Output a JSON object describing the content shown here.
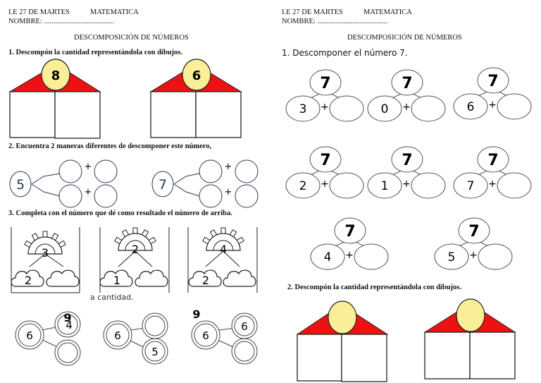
{
  "left_page": {
    "school": "I.E 27 DE MARTES",
    "subject": "MATEMATICA",
    "nombre_label": "NOMBRE: ......................................",
    "title": "DESCOMPOSICIÓN DE NÚMEROS",
    "ex1": {
      "instruction": "1.  Descompón la cantidad representándola con dibujos.",
      "houses": [
        "8",
        "6"
      ]
    },
    "ex2": {
      "instruction": "2.  Encuentra 2 maneras diferentes de descomponer este número,",
      "numbers": [
        "5",
        "7"
      ],
      "plus": "+"
    },
    "ex3": {
      "instruction": "3. Completa con el número que dé como resultado el número de arriba.",
      "suns": [
        {
          "top": "3",
          "left": "2",
          "right": ""
        },
        {
          "top": "2",
          "left": "1",
          "right": ""
        },
        {
          "top": "4",
          "left": "2",
          "right": ""
        }
      ],
      "fragment": "a cantidad."
    },
    "ex4": {
      "items": [
        {
          "label": "9",
          "a": "6",
          "b": "4",
          "c": ""
        },
        {
          "label": "",
          "a": "6",
          "b": "",
          "c": "5"
        },
        {
          "label": "9",
          "a": "6",
          "b": "6",
          "c": ""
        }
      ]
    }
  },
  "right_page": {
    "school": "I.E 27 DE MARTES",
    "subject": "MATEMATICA",
    "nombre_label": "NOMBRE: ......................................",
    "title": "DESCOMPOSICIÓN DE NÚMEROS",
    "ex1": {
      "instruction": "1. Descomponer el número 7.",
      "plus": "+",
      "trees": [
        {
          "top": "7",
          "left": "3"
        },
        {
          "top": "7",
          "left": "0"
        },
        {
          "top": "7",
          "left": "6"
        },
        {
          "top": "7",
          "left": "2"
        },
        {
          "top": "7",
          "left": "1"
        },
        {
          "top": "7",
          "left": "7"
        },
        {
          "top": "7",
          "left": "4"
        },
        {
          "top": "7",
          "left": "5"
        }
      ]
    },
    "ex2": {
      "instruction": "2. Descompón la cantidad representándola con dibujos.",
      "houses": [
        "",
        ""
      ]
    }
  },
  "colors": {
    "roof": "#ee1111",
    "circle_fill": "#fbee98",
    "line": "#555555"
  }
}
